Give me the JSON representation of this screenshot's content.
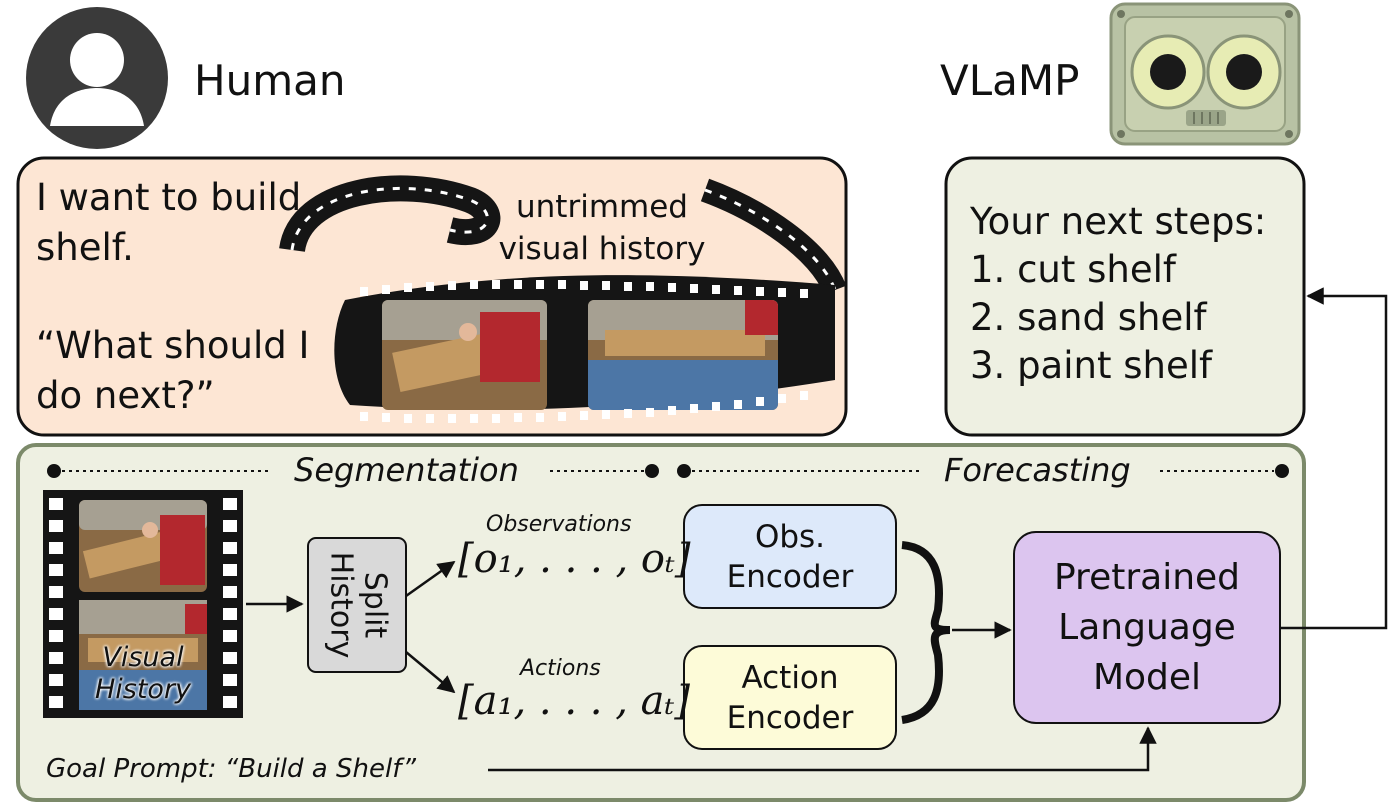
{
  "human": {
    "label": "Human",
    "icon": "user-avatar-icon"
  },
  "vlamp": {
    "label": "VLaMP",
    "icon": "robot-face-icon"
  },
  "human_bubble": {
    "line1": "I want to build",
    "line2": "shelf.",
    "line3": "“What should I",
    "line4": "do next?”",
    "film_label_1": "untrimmed",
    "film_label_2": "visual history"
  },
  "vlamp_bubble": {
    "heading": "Your next steps:",
    "steps": [
      "1. cut shelf",
      "2. sand shelf",
      "3. paint shelf"
    ]
  },
  "pipeline": {
    "segmentation_label": "Segmentation",
    "forecasting_label": "Forecasting",
    "visual_history_1": "Visual",
    "visual_history_2": "History",
    "split_1": "Split",
    "split_2": "History",
    "observations_label": "Observations",
    "observations_math": "[o₁, . . . , oₜ]",
    "actions_label": "Actions",
    "actions_math": "[a₁, . . . , aₜ]",
    "obs_encoder_1": "Obs.",
    "obs_encoder_2": "Encoder",
    "action_encoder_1": "Action",
    "action_encoder_2": "Encoder",
    "lm_1": "Pretrained",
    "lm_2": "Language",
    "lm_3": "Model",
    "goal_prompt": "Goal Prompt: “Build a Shelf”"
  },
  "colors": {
    "human_bubble_bg": "#fde6d4",
    "vlamp_bubble_bg": "#eef0e2",
    "pipeline_bg": "#eef0e2",
    "pipeline_border": "#7c8a6a",
    "obs_encoder_bg": "#dde9fa",
    "action_encoder_bg": "#fdfbd8",
    "lm_bg": "#dcc5ef",
    "split_bg": "#d9d9d9",
    "robot_panel": "#b8c2a4",
    "robot_face": "#e7ecb4"
  }
}
